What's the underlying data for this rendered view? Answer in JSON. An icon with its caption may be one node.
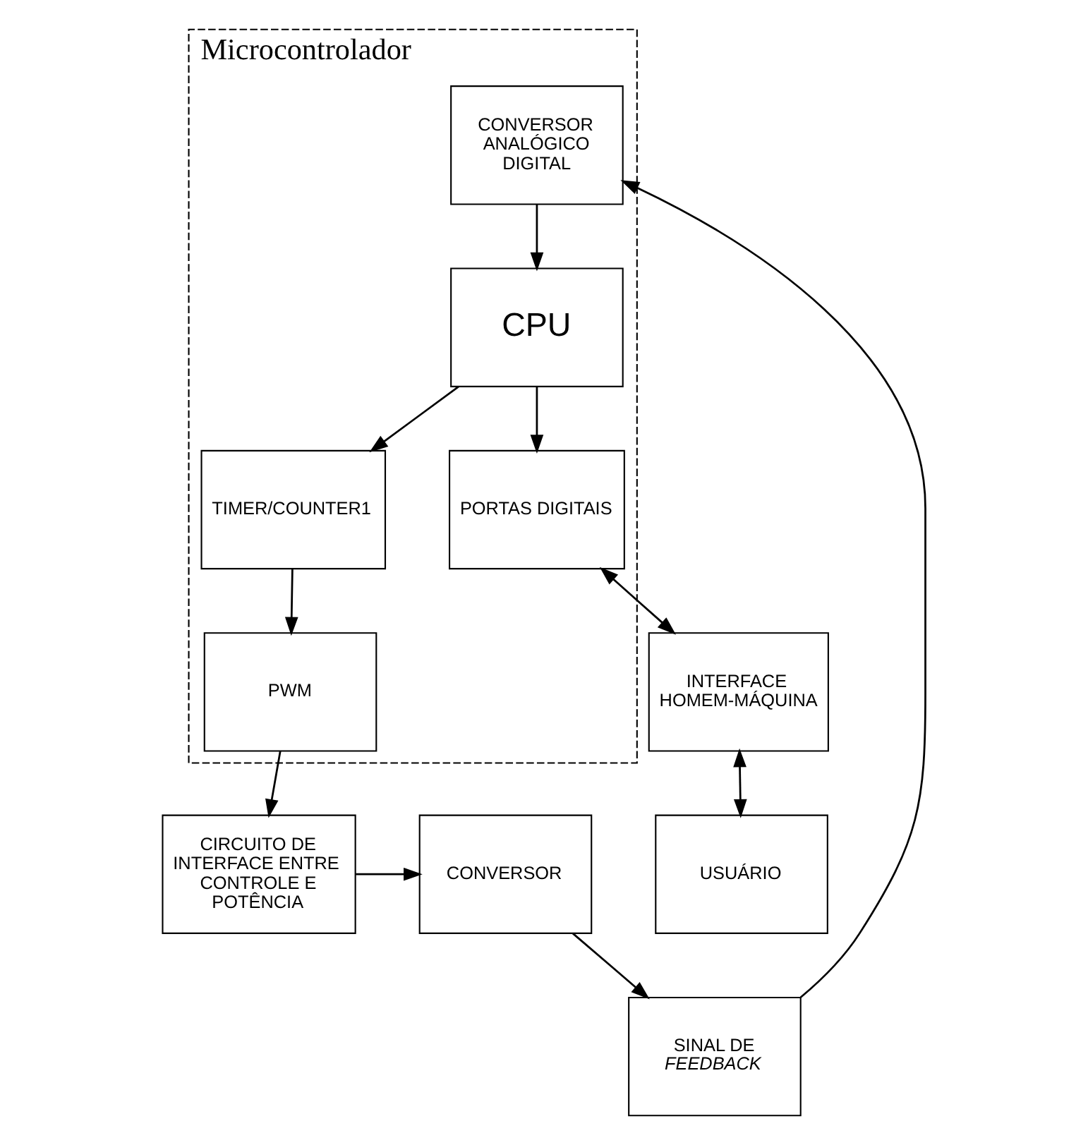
{
  "diagram": {
    "nodes": [
      {
        "text": [
          "Microcontrolador"
        ]
      },
      {
        "text": [
          "CPU"
        ],
        "in": 0
      },
      {
        "text": [
          "PORTAS DIGITAIS"
        ],
        "in": 0
      },
      {
        "text": [
          "CONVERSOR ANALÓGICO DIGITAL"
        ],
        "in": 0
      },
      {
        "text": [
          "TIMER/COUNTER1"
        ],
        "in": 0
      },
      {
        "text": [
          "INTERFACE HOMEM-MÁQUINA"
        ]
      },
      {
        "text": [
          "SINAL DE *FEEDBACK*"
        ]
      },
      {
        "text": [
          "PWM"
        ],
        "in": 0
      },
      {
        "text": [
          "USUÁRIO"
        ]
      },
      {
        "text": [
          "CONVERSOR"
        ]
      },
      {
        "text": [
          "CIRCUITO DE INTERFACE ENTRE CONTROLE E POTÊNCIA"
        ]
      }
    ],
    "edges": [
      {
        "from": 1,
        "to": 2,
        "arrow": "to"
      },
      {
        "from": 3,
        "to": 1,
        "arrow": "to"
      },
      {
        "from": 1,
        "to": 4,
        "arrow": "to"
      },
      {
        "from": 2,
        "to": 5,
        "arrow": "both"
      },
      {
        "from": 6,
        "to": 3,
        "arrow": "to"
      },
      {
        "from": 4,
        "to": 7,
        "arrow": "to"
      },
      {
        "from": 5,
        "to": 8,
        "arrow": "both"
      },
      {
        "from": 9,
        "to": 6,
        "arrow": "to"
      },
      {
        "from": 7,
        "to": 10,
        "arrow": "to"
      },
      {
        "from": 10,
        "to": 9,
        "arrow": "to"
      }
    ]
  }
}
